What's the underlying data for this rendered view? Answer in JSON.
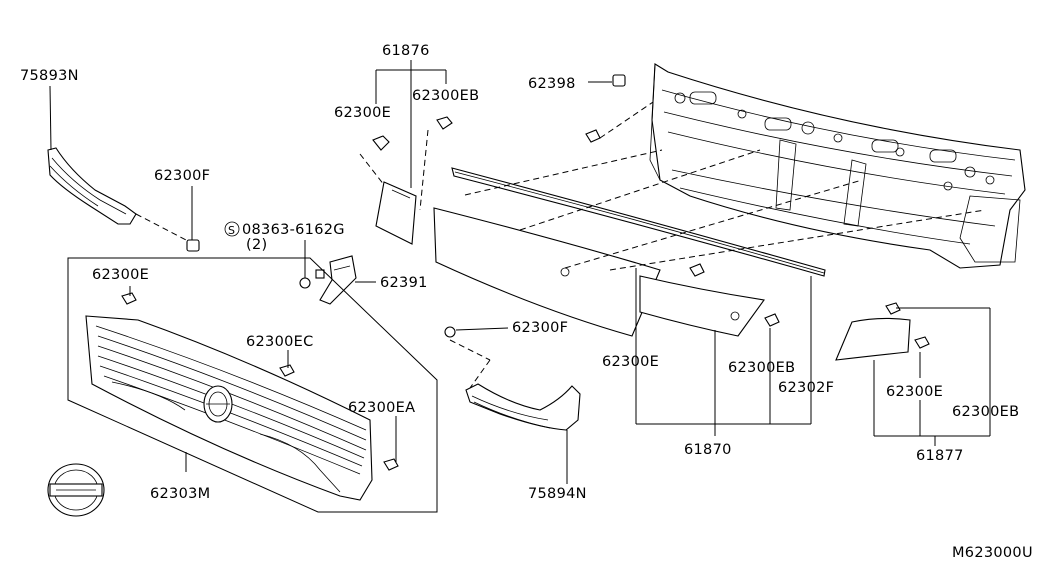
{
  "labels": {
    "p75893N": "75893N",
    "p61876": "61876",
    "p62300E_a": "62300E",
    "p62300EB_a": "62300EB",
    "p62398": "62398",
    "p62300F_a": "62300F",
    "p08363": "08363-6162G",
    "p08363_qty": "(2)",
    "p08363_prefix": "S",
    "p62391": "62391",
    "p62300E_b": "62300E",
    "p62300F_b": "62300F",
    "p62300EC": "62300EC",
    "p62300EA": "62300EA",
    "p62303M": "62303M",
    "p75894N": "75894N",
    "p62300E_c": "62300E",
    "p62300EB_b": "62300EB",
    "p62302F": "62302F",
    "p61870": "61870",
    "p62300E_d": "62300E",
    "p62300EB_c": "62300EB",
    "p61877": "61877",
    "figure_code": "M623000U"
  }
}
